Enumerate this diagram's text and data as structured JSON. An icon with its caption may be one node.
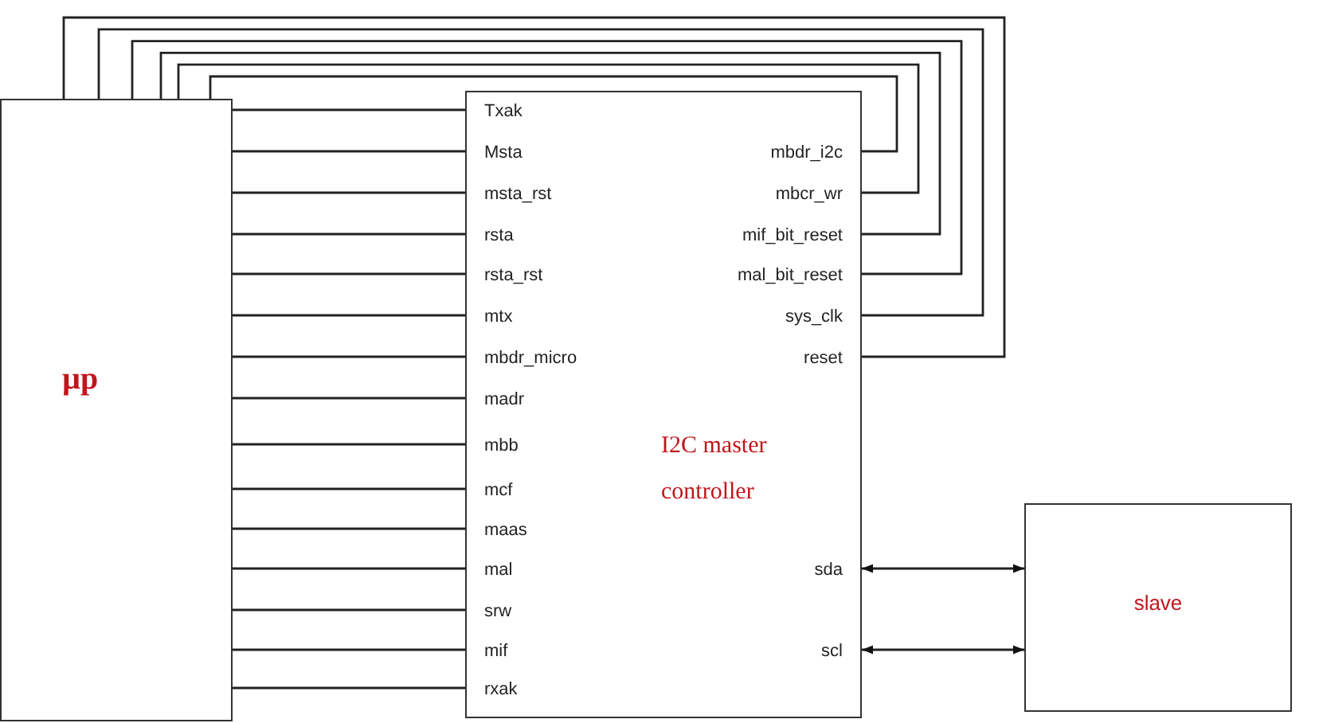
{
  "diagram": {
    "nodes": [
      {
        "text": [
          "µp"
        ]
      },
      {
        "text": [
          "I2C master controller"
        ]
      },
      {
        "text": [
          "Txak"
        ],
        "in": 1
      },
      {
        "text": [
          "Msta"
        ],
        "in": 1
      },
      {
        "text": [
          "mbdr_i2c"
        ],
        "in": 1
      },
      {
        "text": [
          "msta_rst"
        ],
        "in": 1
      },
      {
        "text": [
          "mbcr_wr"
        ],
        "in": 1
      },
      {
        "text": [
          "rsta"
        ],
        "in": 1
      },
      {
        "text": [
          "mif_bit_reset"
        ],
        "in": 1
      },
      {
        "text": [
          "rsta_rst"
        ],
        "in": 1
      },
      {
        "text": [
          "mal_bit_reset"
        ],
        "in": 1
      },
      {
        "text": [
          "mtx"
        ],
        "in": 1
      },
      {
        "text": [
          "sys_clk"
        ],
        "in": 1
      },
      {
        "text": [
          "mbdr_micro"
        ],
        "in": 1
      },
      {
        "text": [
          "reset"
        ],
        "in": 1
      },
      {
        "text": [
          "madr"
        ],
        "in": 1
      },
      {
        "text": [
          "mbb"
        ],
        "in": 1
      },
      {
        "text": [
          "mcf"
        ],
        "in": 1
      },
      {
        "text": [
          "maas"
        ],
        "in": 1
      },
      {
        "text": [
          "mal"
        ],
        "in": 1
      },
      {
        "text": [
          "sda"
        ],
        "in": 1
      },
      {
        "text": [
          "srw"
        ],
        "in": 1
      },
      {
        "text": [
          "mif"
        ],
        "in": 1
      },
      {
        "text": [
          "scl"
        ],
        "in": 1
      },
      {
        "text": [
          "rxak"
        ],
        "in": 1
      },
      {
        "text": [
          "slave"
        ]
      }
    ],
    "edges": [
      {
        "from": 0,
        "to": 2,
        "arrow": "none"
      },
      {
        "from": 0,
        "to": 3,
        "arrow": "none"
      },
      {
        "from": 0,
        "to": 4,
        "arrow": "none"
      },
      {
        "from": 0,
        "to": 5,
        "arrow": "none"
      },
      {
        "from": 0,
        "to": 6,
        "arrow": "none"
      },
      {
        "from": 0,
        "to": 7,
        "arrow": "none"
      },
      {
        "from": 0,
        "to": 8,
        "arrow": "none"
      },
      {
        "from": 0,
        "to": 9,
        "arrow": "none"
      },
      {
        "from": 0,
        "to": 10,
        "arrow": "none"
      },
      {
        "from": 0,
        "to": 11,
        "arrow": "none"
      },
      {
        "from": 0,
        "to": 12,
        "arrow": "none"
      },
      {
        "from": 0,
        "to": 13,
        "arrow": "none"
      },
      {
        "from": 0,
        "to": 14,
        "arrow": "none"
      },
      {
        "from": 0,
        "to": 15,
        "arrow": "none"
      },
      {
        "from": 0,
        "to": 16,
        "arrow": "none"
      },
      {
        "from": 0,
        "to": 17,
        "arrow": "none"
      },
      {
        "from": 0,
        "to": 18,
        "arrow": "none"
      },
      {
        "from": 0,
        "to": 19,
        "arrow": "none"
      },
      {
        "from": 0,
        "to": 21,
        "arrow": "none"
      },
      {
        "from": 0,
        "to": 22,
        "arrow": "none"
      },
      {
        "from": 0,
        "to": 24,
        "arrow": "none"
      },
      {
        "from": 20,
        "to": 25,
        "arrow": "both"
      },
      {
        "from": 23,
        "to": 25,
        "arrow": "both"
      }
    ]
  }
}
